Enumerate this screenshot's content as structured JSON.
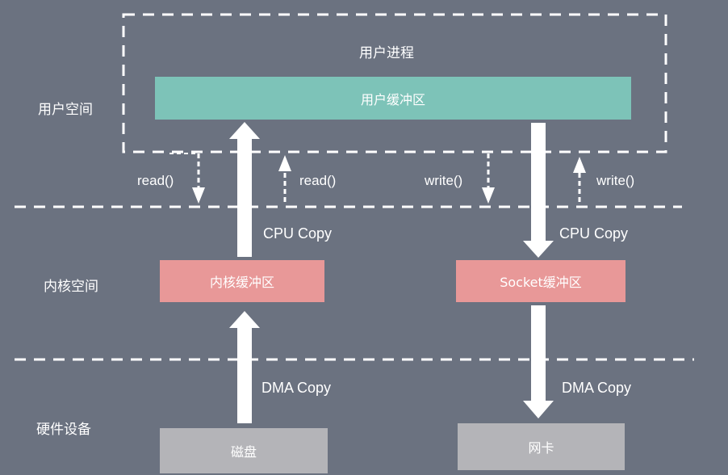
{
  "zones": {
    "user_space": "用户空间",
    "kernel_space": "内核空间",
    "hardware": "硬件设备"
  },
  "process": {
    "title": "用户进程",
    "buffer_label": "用户缓冲区"
  },
  "kernel": {
    "kernel_buffer_label": "内核缓冲区",
    "socket_buffer_label": "Socket缓冲区"
  },
  "devices": {
    "disk_label": "磁盘",
    "nic_label": "网卡"
  },
  "calls": {
    "read_down": "read()",
    "read_up": "read()",
    "write_down": "write()",
    "write_up": "write()"
  },
  "copies": {
    "cpu_left": "CPU Copy",
    "cpu_right": "CPU Copy",
    "dma_left": "DMA Copy",
    "dma_right": "DMA Copy"
  },
  "colors": {
    "background": "#6b7280",
    "user_buffer": "#7dc3b8",
    "kernel_buffer": "#e89898",
    "device": "#b4b4b8",
    "line": "#ffffff"
  }
}
